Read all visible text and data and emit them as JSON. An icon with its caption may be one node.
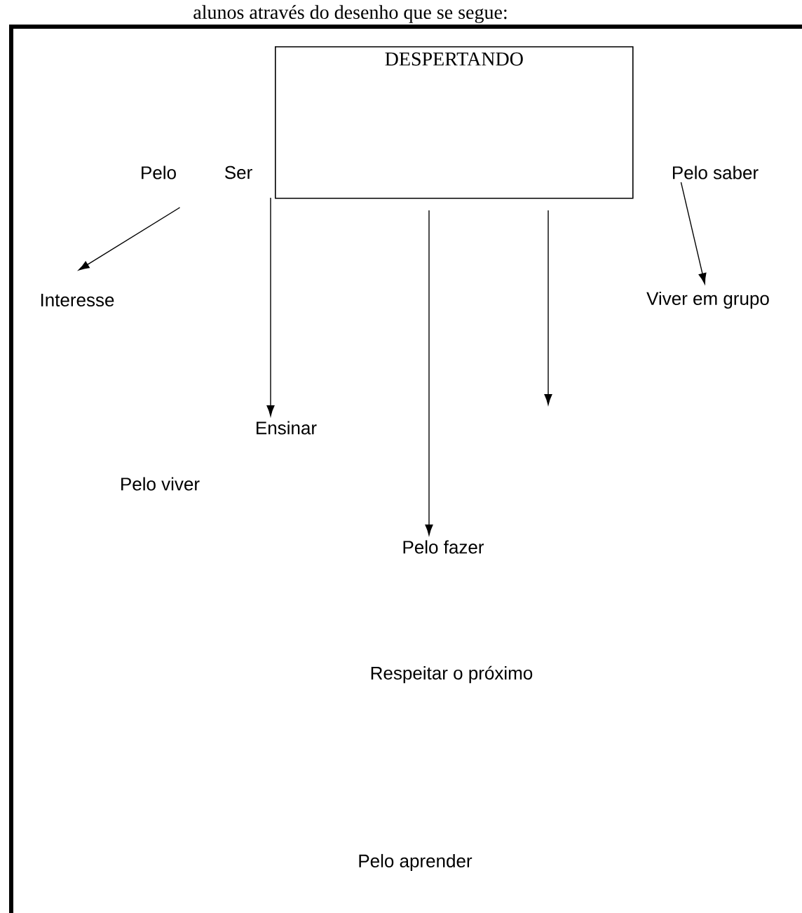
{
  "diagram": {
    "nodes": [
      {
        "text": [
          "DESPERTANDO"
        ]
      },
      {
        "text": [
          "Pelo"
        ]
      },
      {
        "text": [
          "Interesse"
        ]
      },
      {
        "text": [
          "Pelo saber"
        ]
      },
      {
        "text": [
          "Viver em grupo"
        ]
      },
      {
        "text": [
          "Ensinar"
        ]
      },
      {
        "text": [
          "Pelo fazer"
        ]
      }
    ],
    "edges": [
      {
        "from": 1,
        "to": 2,
        "arrow": "to"
      },
      {
        "from": 3,
        "to": 4,
        "arrow": "to"
      },
      {
        "from": 0,
        "to": 5,
        "arrow": "to"
      },
      {
        "from": 0,
        "to": 6,
        "arrow": "to"
      },
      {
        "from": 0,
        "to": null,
        "arrow": "to"
      }
    ],
    "labels": [
      "alunos através do desenho que se segue:",
      "Ser",
      "Pelo viver",
      "Respeitar o próximo",
      "Pelo aprender"
    ]
  }
}
